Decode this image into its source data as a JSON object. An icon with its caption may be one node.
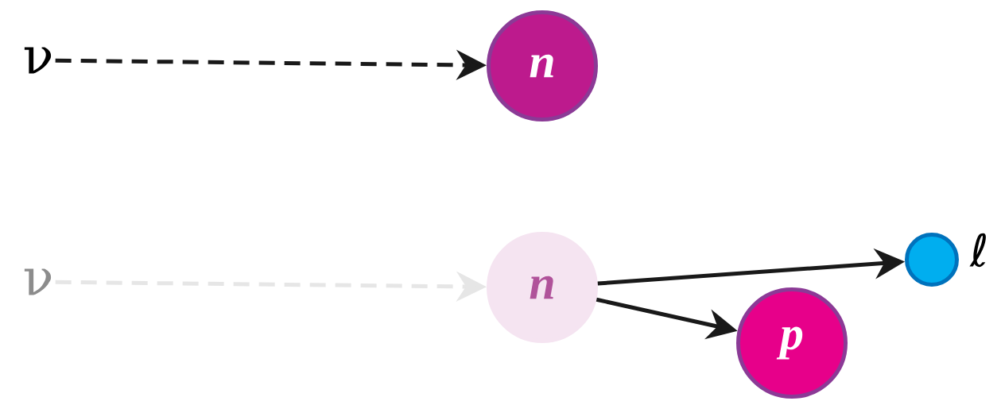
{
  "diagram": {
    "nodes": [
      {
        "text": [
          "ν"
        ]
      },
      {
        "text": [
          "n"
        ]
      },
      {
        "text": [
          "ν"
        ]
      },
      {
        "text": [
          "n"
        ]
      },
      {
        "text": [
          "p"
        ]
      },
      {
        "text": [],
        "shape": "circle",
        "beside": [
          "ℓ"
        ]
      }
    ],
    "edges": [
      {
        "from": 0,
        "to": 1,
        "arrow": "to",
        "style": "dashed"
      },
      {
        "from": 2,
        "to": 3,
        "arrow": "to",
        "style": "dashed",
        "color": "#e6e6e6"
      },
      {
        "from": 3,
        "to": 5,
        "arrow": "to"
      },
      {
        "from": 3,
        "to": 4,
        "arrow": "to"
      }
    ]
  }
}
